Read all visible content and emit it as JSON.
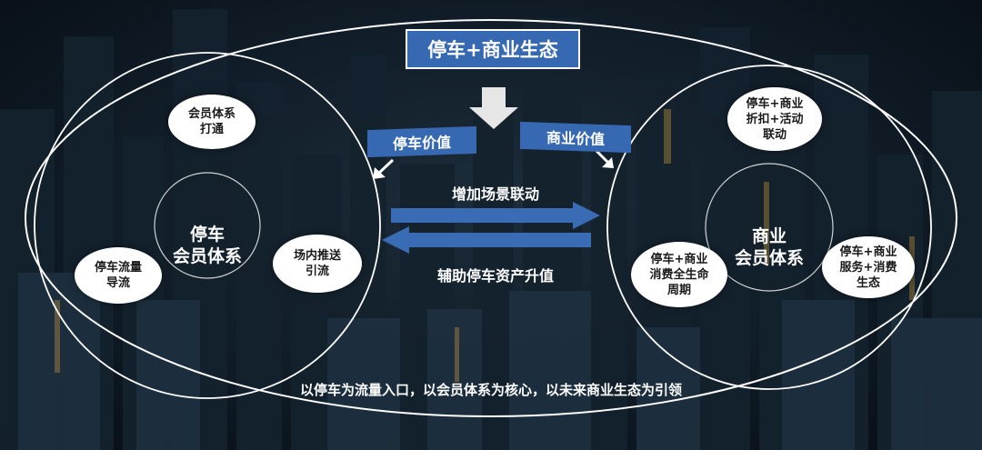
{
  "title": "停车+商业生态",
  "left_banner": "停车价值",
  "right_banner": "商业价值",
  "arrow_right_label": "增加场景联动",
  "arrow_left_label": "辅助停车资产升值",
  "left_center": "停车\n会员体系",
  "right_center": "商业\n会员体系",
  "left_nodes": [
    {
      "label": "会员体系\n打通"
    },
    {
      "label": "停车流量\n导流"
    },
    {
      "label": "场内推送\n引流"
    }
  ],
  "right_nodes": [
    {
      "label": "停车+商业\n折扣+活动\n联动"
    },
    {
      "label": "停车+商业\n消费全生命\n周期"
    },
    {
      "label": "停车+商业\n服务+消费\n生态"
    }
  ],
  "bottom_text": "以停车为流量入口，以会员体系为核心，以未来商业生态为引领",
  "colors": {
    "accent_blue": "#3669b2",
    "background": "#101c27",
    "line": "#ffffff"
  }
}
